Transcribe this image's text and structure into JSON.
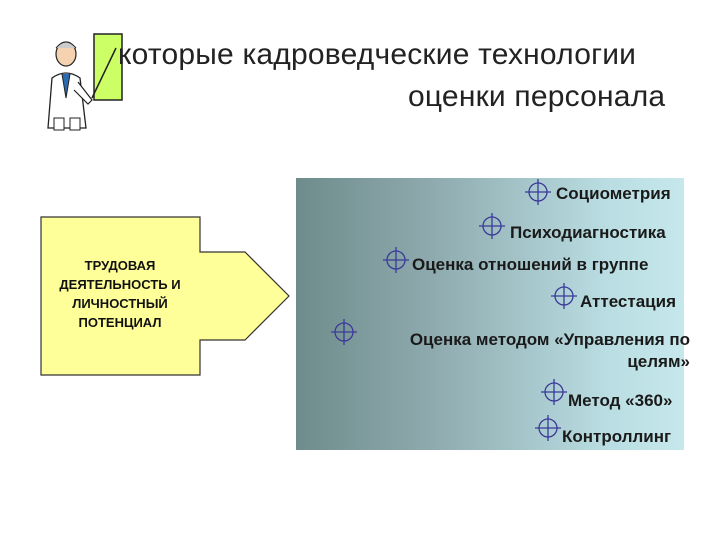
{
  "title": {
    "line1": "которые кадроведческие технологии",
    "line2": "оценки персонала"
  },
  "box": {
    "label": "ТРУДОВАЯ ДЕЯТЕЛЬНОСТЬ И ЛИЧНОСТНЫЙ ПОТЕНЦИАЛ",
    "fill": "#ffff99"
  },
  "panel": {
    "gradient_from": "#6f8c8c",
    "gradient_to": "#c6e8ec"
  },
  "bullet_icon": "crosshair-icon",
  "items": [
    "Социометрия",
    "Психодиагностика",
    "Оценка отношений в группе",
    "Аттестация",
    "Оценка методом «Управления по целям»",
    "Метод «360»",
    "Контроллинг"
  ]
}
